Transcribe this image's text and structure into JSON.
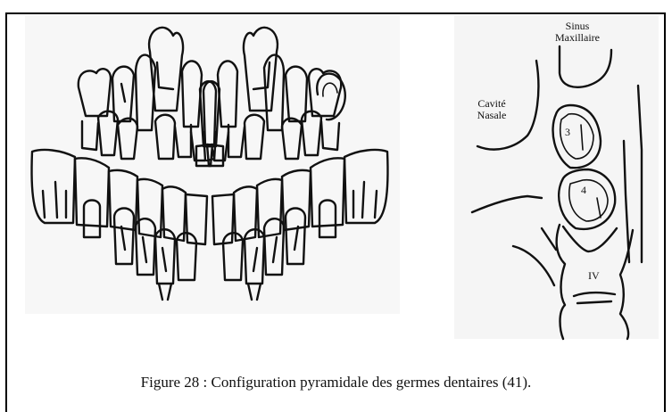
{
  "figure": {
    "caption": "Figure 28 : Configuration pyramidale des germes dentaires (41).",
    "illustration": {
      "dentition_drawing": {
        "icon": "tooth-germs-illustration"
      },
      "cross_section": {
        "labels": {
          "sinus_line1": "Sinus",
          "sinus_line2": "Maxillaire",
          "nasal_line1": "Cavité",
          "nasal_line2": "Nasale",
          "germ_3": "3",
          "germ_4": "4",
          "tooth_iv": "IV"
        }
      }
    }
  }
}
